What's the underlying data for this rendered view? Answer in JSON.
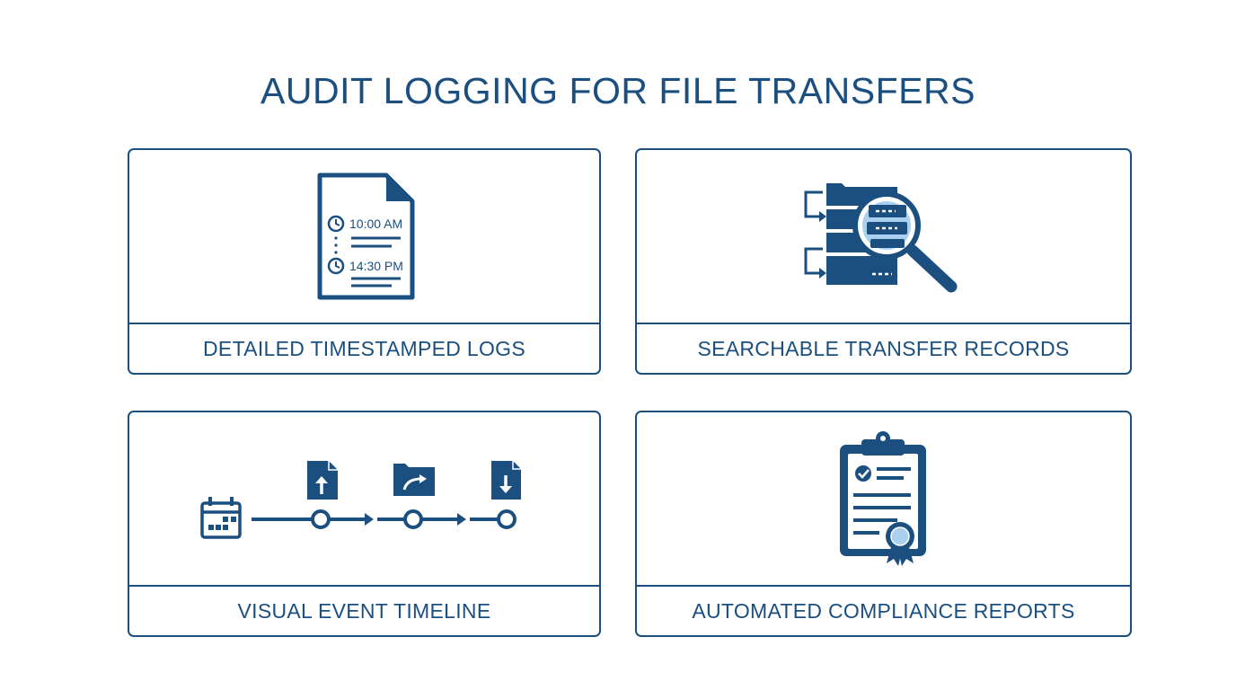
{
  "title": "AUDIT LOGGING FOR FILE TRANSFERS",
  "colors": {
    "primary": "#1b4f80",
    "background": "#ffffff",
    "highlight": "#a9d0ef"
  },
  "cards": [
    {
      "label": "DETAILED TIMESTAMPED LOGS",
      "icon": "timestamped-log-document-icon",
      "times": [
        "10:00 AM",
        "14:30 PM"
      ]
    },
    {
      "label": "SEARCHABLE TRANSFER RECORDS",
      "icon": "magnifier-over-records-icon"
    },
    {
      "label": "VISUAL EVENT TIMELINE",
      "icon": "event-timeline-icon",
      "events": [
        "file-upload-icon",
        "folder-transfer-icon",
        "file-download-icon"
      ]
    },
    {
      "label": "AUTOMATED COMPLIANCE REPORTS",
      "icon": "clipboard-certificate-icon"
    }
  ]
}
